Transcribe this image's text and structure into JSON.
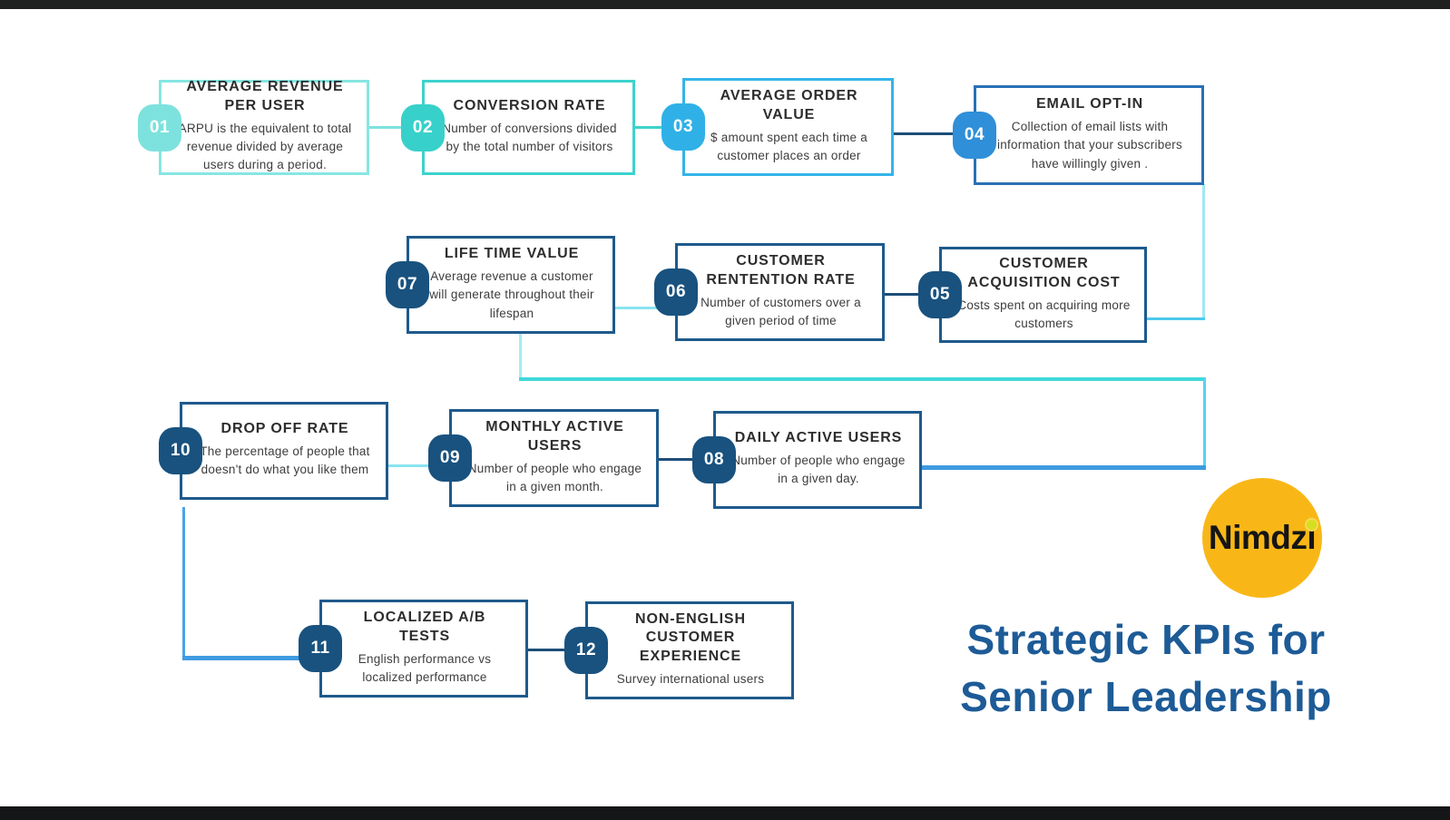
{
  "page": {
    "title_line1": "Strategic KPIs for",
    "title_line2": "Senior Leadership",
    "brand": "Nimdzi"
  },
  "palette": {
    "teal_light": "#7de2de",
    "teal": "#38d0ca",
    "sky_blue": "#2fb1e7",
    "mid_blue": "#2f8fd9",
    "navy": "#19527f",
    "navy_border": "#1e5a8d",
    "cyan_line": "#8ae4f0",
    "turquoise_line": "#3fd8da",
    "thick_blue_line": "#3f9be0",
    "navy_line": "#1d4e78",
    "title_color": "#1d5b97",
    "brand_yellow": "#f9b717",
    "brand_dot_green": "#d5de20"
  },
  "kpis": [
    {
      "num": "01",
      "title": "AVERAGE REVENUE PER USER",
      "desc": "ARPU is the equivalent to total revenue divided by average users during a period.",
      "accent": "#7de2de",
      "border": "#86e6e2"
    },
    {
      "num": "02",
      "title": "CONVERSION RATE",
      "desc": "Number of conversions divided by the total number of visitors",
      "accent": "#38d0ca",
      "border": "#3dd3cd"
    },
    {
      "num": "03",
      "title": "AVERAGE ORDER VALUE",
      "desc": "$ amount spent each time a customer places an order",
      "accent": "#2fb1e7",
      "border": "#34b4e9"
    },
    {
      "num": "04",
      "title": "EMAIL OPT-IN",
      "desc": "Collection of email lists with information that your subscribers have willingly given .",
      "accent": "#2f8fd9",
      "border": "#2a70b5"
    },
    {
      "num": "05",
      "title": "CUSTOMER ACQUISITION COST",
      "desc": "Costs spent on acquiring more customers",
      "accent": "#19527f",
      "border": "#1e5a8d"
    },
    {
      "num": "06",
      "title": "CUSTOMER RENTENTION RATE",
      "desc": "Number of customers over a given period of time",
      "accent": "#19527f",
      "border": "#1e5a8d"
    },
    {
      "num": "07",
      "title": "LIFE TIME VALUE",
      "desc": "Average revenue a customer will generate throughout their lifespan",
      "accent": "#19527f",
      "border": "#1e5a8d"
    },
    {
      "num": "08",
      "title": "DAILY ACTIVE USERS",
      "desc": "Number of people who engage in a given day.",
      "accent": "#19527f",
      "border": "#1e5a8d"
    },
    {
      "num": "09",
      "title": "MONTHLY ACTIVE USERS",
      "desc": "Number of people who engage in a given month.",
      "accent": "#19527f",
      "border": "#1e5a8d"
    },
    {
      "num": "10",
      "title": "DROP OFF RATE",
      "desc": "The percentage of people that doesn't do what you like them",
      "accent": "#19527f",
      "border": "#1e5a8d"
    },
    {
      "num": "11",
      "title": "LOCALIZED A/B TESTS",
      "desc": "English performance vs localized performance",
      "accent": "#19527f",
      "border": "#1e5a8d"
    },
    {
      "num": "12",
      "title": "NON-ENGLISH CUSTOMER EXPERIENCE",
      "desc": "Survey international users",
      "accent": "#19527f",
      "border": "#1e5a8d"
    }
  ]
}
